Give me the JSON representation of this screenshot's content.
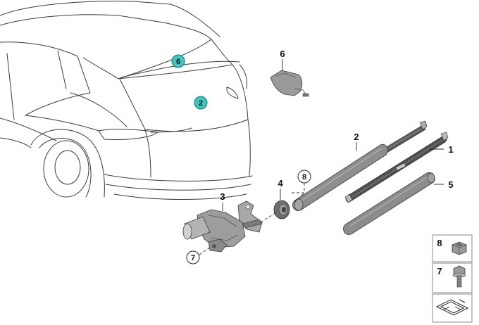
{
  "callouts": {
    "vehicle_6": "6",
    "vehicle_2": "2",
    "part_6": "6",
    "part_2": "2",
    "part_1": "1",
    "part_5": "5",
    "part_3": "3",
    "part_4": "4",
    "part_8": "8",
    "part_7": "7"
  },
  "legend": {
    "item_8": "8",
    "item_7": "7"
  },
  "colors": {
    "vehicle_marker": "#3cc8c0",
    "part_gray": "#8c8c8c",
    "part_dark": "#4a4a4a"
  },
  "icons": {
    "nut": "hex-nut-icon",
    "bolt": "hex-bolt-icon",
    "gasket": "gasket-sheet-icon"
  }
}
